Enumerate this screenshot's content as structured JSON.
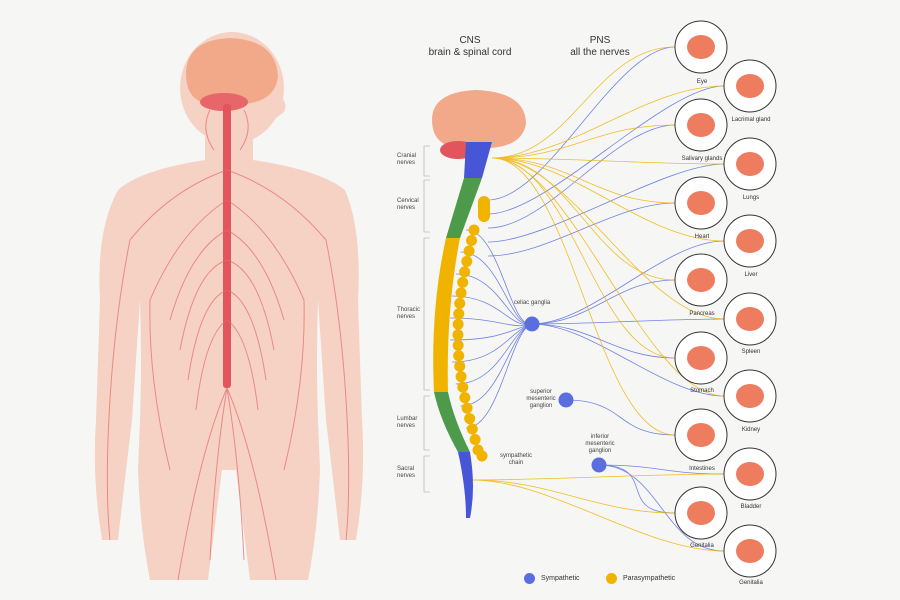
{
  "headers": {
    "cns_title": "CNS",
    "cns_sub": "brain & spinal cord",
    "pns_title": "PNS",
    "pns_sub": "all the nerves"
  },
  "regions": {
    "cranial": "Cranial nerves",
    "cervical": "Cervical nerves",
    "thoracic": "Thoracic nerves",
    "lumbar": "Lumbar nerves",
    "sacral": "Sacral nerves"
  },
  "ganglia": {
    "celiac": "celiac ganglia",
    "superior": "superior mesenteric ganglion",
    "inferior": "inferior mesenteric ganglion",
    "chain": "sympathetic chain"
  },
  "organs": {
    "eye": "Eye",
    "lacrimal": "Lacrimal gland",
    "salivary": "Salivary glands",
    "lungs": "Lungs",
    "heart": "Heart",
    "liver": "Liver",
    "pancreas": "Pancreas",
    "spleen": "Spleen",
    "stomach": "Stomach",
    "kidney": "Kidney",
    "intestines": "Intestines",
    "bladder": "Bladder",
    "genitalia_f": "Genitalia",
    "genitalia_m": "Genitalia"
  },
  "legend": {
    "sympathetic": "Sympathetic",
    "parasympathetic": "Parasympathetic"
  },
  "colors": {
    "sympathetic": "#5b6ee0",
    "parasympathetic": "#f0b400",
    "cord_cervical": "#4c9a4a",
    "cord_top": "#4656d6",
    "nerve": "#e46b6b",
    "skin": "#f6d2c4",
    "organ": "#ec6f4f"
  }
}
